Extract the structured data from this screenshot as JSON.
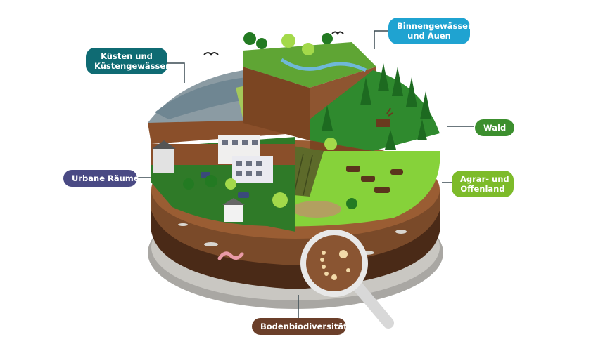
{
  "labels": {
    "kuesten": {
      "line1": "Küsten und",
      "line2": "Küstengewässer",
      "color": "#0f6b73"
    },
    "binnen": {
      "line1": "Binnengewässer",
      "line2": "und Auen",
      "color": "#1fa3d1"
    },
    "wald": {
      "text": "Wald",
      "color": "#3c8f2e"
    },
    "urbane": {
      "text": "Urbane Räume",
      "color": "#4a4a84"
    },
    "agrar": {
      "line1": "Agrar- und",
      "line2": "Offenland",
      "color": "#7dbb2a"
    },
    "boden": {
      "text": "Bodenbiodiversität",
      "color": "#6b3f2a"
    }
  }
}
